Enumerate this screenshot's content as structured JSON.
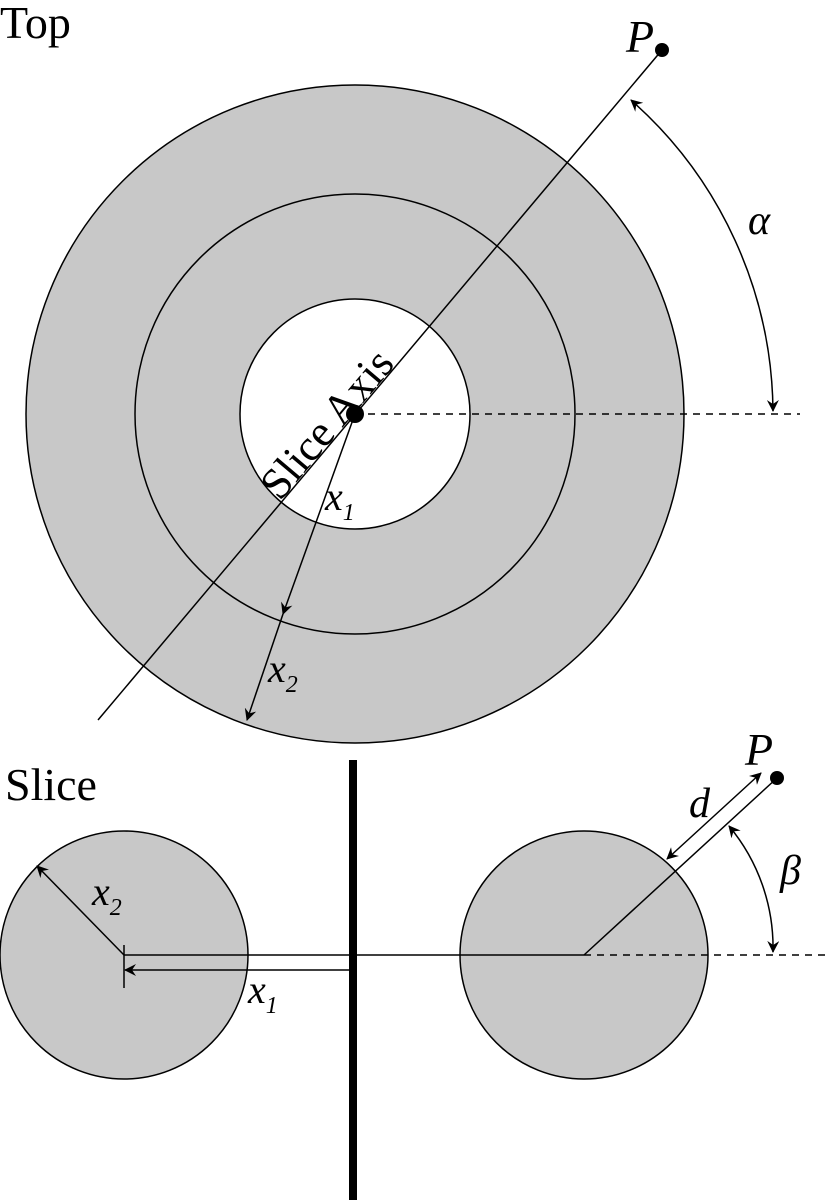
{
  "top": {
    "title": "Top",
    "point_label": "P",
    "axis_label": "Slice Axis",
    "alpha_label": "α",
    "x1_label": "x",
    "x1_sub": "1",
    "x2_label": "x",
    "x2_sub": "2"
  },
  "slice": {
    "title": "Slice",
    "point_label": "P",
    "d_label": "d",
    "beta_label": "β",
    "x1_label": "x",
    "x1_sub": "1",
    "x2_label": "x",
    "x2_sub": "2"
  },
  "colors": {
    "fill": "#c8c8c8",
    "stroke": "#000000",
    "background": "#ffffff"
  }
}
